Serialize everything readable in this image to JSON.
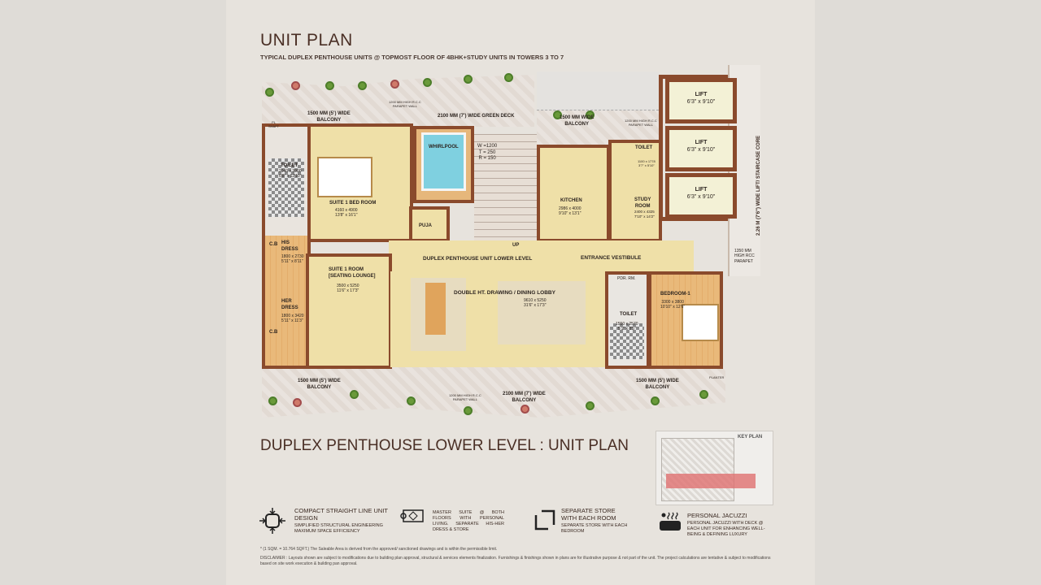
{
  "header": {
    "title": "UNIT PLAN",
    "subtitle": "TYPICAL DUPLEX PENTHOUSE UNITS @ TOPMOST FLOOR OF 4BHK+STUDY UNITS IN TOWERS 3  TO 7"
  },
  "plan": {
    "balcony_top_left": "1500 MM (5') WIDE\nBALCONY",
    "parapet_top": "1200 MM HIGH R.C.C\nPARAPET WALL",
    "green_deck": "2100 MM (7') WIDE GREEN DECK",
    "balcony_top_right": "1500 MM WIDE\nBALCONY",
    "parapet_top_right": "1200 MM HIGH R.C.C\nPARAPET WALL",
    "pl_shaft": "PL\nSHAFT",
    "toilet_left": {
      "name": "TOILET",
      "dims": "2040 x 3900\n6'8\" x 12'10\""
    },
    "cb": "C.B",
    "suite_bed": {
      "name": "SUITE 1 BED ROOM",
      "dims": "4160 x 4900\n13'8\" x 16'1\""
    },
    "whirlpool": "WHIRLPOOL",
    "stair_spec": "W =1200\nT = 250\nR = 150",
    "puja": "PUJA",
    "up": "UP",
    "kitchen": {
      "name": "KITCHEN",
      "dims": "2986 x 4000\n9'10\" x 13'1\""
    },
    "study": {
      "name": "STUDY\nROOM",
      "dims": "2400 x 4325\n7'10\" x 14'2\""
    },
    "toilet_study": {
      "name": "TOILET",
      "dims": "1100 x 1778\n3'7\" x 5'10\""
    },
    "lifts": [
      {
        "name": "LIFT",
        "dims": "6'3\" x 9'10\""
      },
      {
        "name": "LIFT",
        "dims": "6'3\" x 9'10\""
      },
      {
        "name": "LIFT",
        "dims": "6'3\" x 9'10\""
      }
    ],
    "core": "2.26 M  (7'6\") WIDE LIFT/ STAIRCASE  CORE",
    "lower_level": "DUPLEX PENTHOUSE UNIT LOWER LEVEL",
    "vestibule": "ENTRANCE VESTIBULE",
    "parapet_right": "1350 MM\nHIGH RCC\nPARAPET",
    "his_dress": {
      "name": "HIS\nDRESS",
      "dims": "1800 x 2730\n5'11\" x 8'11\""
    },
    "her_dress": {
      "name": "HER\nDRESS",
      "dims": "1800 x 3420\n5'11\" x 11'3\""
    },
    "suite_room": {
      "name": "SUITE 1 ROOM\n[SEATING LOUNGE]",
      "dims": "3500 x 5250\n11'6\" x 17'3\""
    },
    "drawing": {
      "name": "DOUBLE HT. DRAWING / DINING LOBBY",
      "dims": "9610 x 5250\n31'6\" x 17'3\""
    },
    "pdr": "PDR. RM.",
    "toilet_right": {
      "name": "TOILET",
      "dims": "1550 x 2570\n5'1\" x 8'5\""
    },
    "bedroom1": {
      "name": "BEDROOM-1",
      "dims": "3300 x 3800\n10'10\" x 12'6\""
    },
    "balcony_bottom_left": "1500 MM (5') WIDE\nBALCONY",
    "parapet_bottom": "1200 MM HIGH R.C.C\nPARAPET WALL",
    "balcony_bottom_mid": "2100 MM (7') WIDE\nBALCONY",
    "balcony_bottom_right": "1500 MM (5') WIDE\nBALCONY",
    "planter": "PLANTER"
  },
  "bottom_title": "DUPLEX PENTHOUSE LOWER LEVEL  : UNIT PLAN",
  "key_plan": {
    "label": "KEY PLAN",
    "highlight_color": "#e07070"
  },
  "features": [
    {
      "icon": "compact-arrows-icon",
      "title": "COMPACT STRAIGHT LINE UNIT DESIGN",
      "desc": "SIMPLIFIED STRUCTURAL ENGINEERING\nMAXIMUM SPACE EFFICIENCY"
    },
    {
      "icon": "rug-icon",
      "title": "",
      "desc": "MASTER SUITE @ BOTH FLOORS WITH PERSONAL LIVING. SEPARATE HIS-HER DRESS & STORE"
    },
    {
      "icon": "store-icon",
      "title": "SEPARATE STORE\nWITH EACH ROOM",
      "desc": "SEPARATE STORE WITH EACH\nBEDROOM"
    },
    {
      "icon": "jacuzzi-icon",
      "title": "PERSONAL JACUZZI",
      "desc": "PERSONAL JACUZZI WITH DECK @\nEACH UNIT FOR ENHANCING WELL-\nBEING & DEFINING LUXURY"
    }
  ],
  "footnote": "* (1 SQM. = 10.764 SQFT.) The Saleable Area is derived from the approved/ sanctioned drawings and is within the permissible limit.",
  "disclaimer": "DISCLAIMER :   Layouts shown are subject to modifications due to building plan approval, structural & services elements finalization. Furnishings & finishings shown in plans are for illustrative purpose & not part of the unit. The project calculations are tentative & subject to modifications based on site work execution & building pan approval.",
  "colors": {
    "wall": "#8a4a2c",
    "title": "#4a2f25",
    "water": "#7fd0e0"
  }
}
